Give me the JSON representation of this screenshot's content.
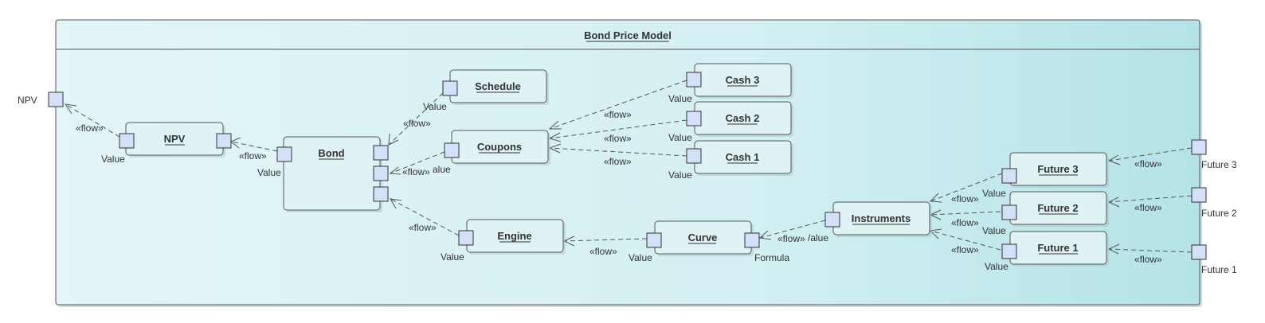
{
  "model": {
    "title": "Bond Price Model"
  },
  "flow_label": "«flow»",
  "components": {
    "npv": "NPV",
    "bond": "Bond",
    "schedule": "Schedule",
    "coupons": "Coupons",
    "engine": "Engine",
    "cash3": "Cash 3",
    "cash2": "Cash 2",
    "cash1": "Cash 1",
    "curve": "Curve",
    "instruments": "Instruments",
    "future3": "Future 3",
    "future2": "Future 2",
    "future1": "Future 1"
  },
  "ports": {
    "outer_npv": "NPV",
    "value": "Value",
    "value_partial": "alue",
    "value_partial2": "/alue",
    "formula": "Formula",
    "future3": "Future 3",
    "future2": "Future 2",
    "future1": "Future 1"
  },
  "colors": {
    "frame_start": "#dff3f5",
    "frame_end": "#b6e4e8",
    "port_fill": "#d4e0f7"
  }
}
